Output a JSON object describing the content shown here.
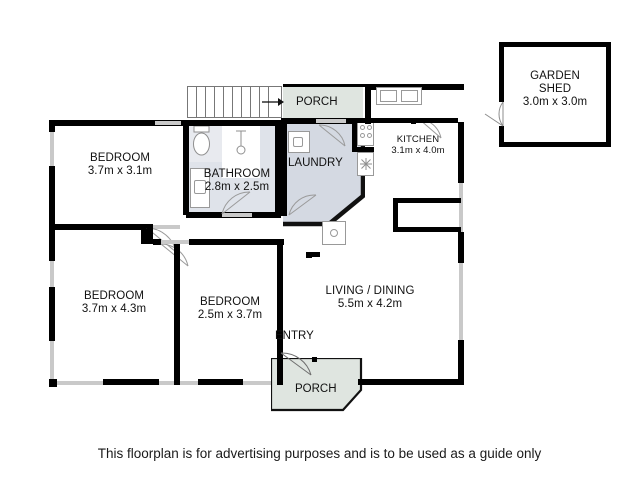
{
  "document": {
    "type": "floorplan",
    "caption": "This floorplan is for advertising purposes and is to be used as a guide only"
  },
  "rooms": [
    {
      "key": "bedroom_1",
      "name": "BEDROOM",
      "dimensions": "3.7m x 3.1m"
    },
    {
      "key": "bedroom_2",
      "name": "BEDROOM",
      "dimensions": "3.7m x 4.3m"
    },
    {
      "key": "bedroom_3",
      "name": "BEDROOM",
      "dimensions": "2.5m x 3.7m"
    },
    {
      "key": "bathroom",
      "name": "BATHROOM",
      "dimensions": "2.8m x 2.5m"
    },
    {
      "key": "laundry",
      "name": "LAUNDRY",
      "dimensions": ""
    },
    {
      "key": "kitchen",
      "name": "KITCHEN",
      "dimensions": "3.1m x 4.0m"
    },
    {
      "key": "living",
      "name": "LIVING / DINING",
      "dimensions": "5.5m x 4.2m"
    },
    {
      "key": "porch_top",
      "name": "PORCH",
      "dimensions": ""
    },
    {
      "key": "porch_front",
      "name": "PORCH",
      "dimensions": ""
    },
    {
      "key": "entry",
      "name": "ENTRY",
      "dimensions": ""
    }
  ],
  "outbuilding": {
    "name_line1": "GARDEN",
    "name_line2": "SHED",
    "dimensions": "3.0m x 3.0m"
  },
  "colors": {
    "wall": "#000000",
    "window": "#c9c9c9",
    "laundry_fill": "#d4d9e2",
    "porch_fill": "#dfe5e0",
    "bathroom_fill": "#dfe3ea",
    "room_fill": "#ffffff",
    "fixture_stroke": "#999999",
    "text": "#111111"
  },
  "fixtures": [
    {
      "name": "toilet",
      "room": "bathroom"
    },
    {
      "name": "shower",
      "room": "bathroom"
    },
    {
      "name": "vanity-basin",
      "room": "bathroom"
    },
    {
      "name": "laundry-tub",
      "room": "laundry"
    },
    {
      "name": "kitchen-sink",
      "room": "kitchen"
    },
    {
      "name": "stove",
      "room": "kitchen"
    },
    {
      "name": "refrigerator",
      "room": "kitchen"
    },
    {
      "name": "hot-water-unit",
      "room": "exterior"
    },
    {
      "name": "staircase",
      "room": "porch_top"
    }
  ]
}
